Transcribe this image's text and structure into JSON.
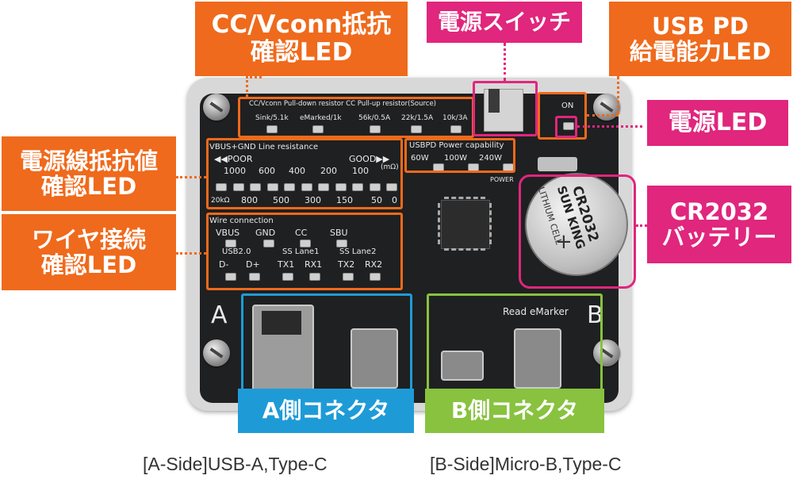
{
  "callouts": {
    "cc_vconn": "CC/Vconn抵抗\n確認LED",
    "power_switch": "電源スイッチ",
    "usb_pd": "USB PD\n給電能力LED",
    "power_led": "電源LED",
    "line_resistance": "電源線抵抗値\n確認LED",
    "battery": "CR2032\nバッテリー",
    "wire_connection": "ワイヤ接続\n確認LED",
    "a_side": "A側コネクタ",
    "b_side": "B側コネクタ"
  },
  "captions": {
    "a_side": "[A-Side]USB-A,Type-C",
    "b_side": "[B-Side]Micro-B,Type-C"
  },
  "board": {
    "cc_header": "CC/Vconn Pull-down resistor  CC Pull-up resistor(Source)",
    "cc_labels": [
      "Sink/5.1k",
      "eMarked/1k",
      "56k/0.5A",
      "22k/1.5A",
      "10k/3A"
    ],
    "on_label": "ON",
    "resistance_title": "VBUS+GND Line resistance",
    "poor": "◀◀POOR",
    "good": "GOOD▶▶",
    "unit": "(mΩ)",
    "res_top": [
      "1000",
      "600",
      "400",
      "200",
      "100"
    ],
    "res_bottom_first": "20kΩ",
    "res_bottom": [
      "800",
      "500",
      "300",
      "150",
      "50",
      "0"
    ],
    "pd_title": "USBPD Power capability",
    "pd_labels": [
      "60W",
      "100W",
      "240W"
    ],
    "power_label": "POWER",
    "wire_title": "Wire connection",
    "wire_top": [
      "VBUS",
      "GND",
      "CC",
      "SBU"
    ],
    "usb20": "USB2.0",
    "ss1": "SS Lane1",
    "ss2": "SS Lane2",
    "wire_bottom": [
      "D-",
      "D+",
      "TX1",
      "RX1",
      "TX2",
      "RX2"
    ],
    "side_a": "A",
    "side_b": "B",
    "read_emarker": "Read eMarker",
    "battery_text": "CR2032",
    "battery_brand": "SUN KING",
    "battery_sub": "LITHIUM CELL"
  },
  "colors": {
    "orange": "#ef6a1c",
    "magenta": "#e0267d",
    "blue": "#1e9bd7",
    "green": "#88c23f"
  }
}
